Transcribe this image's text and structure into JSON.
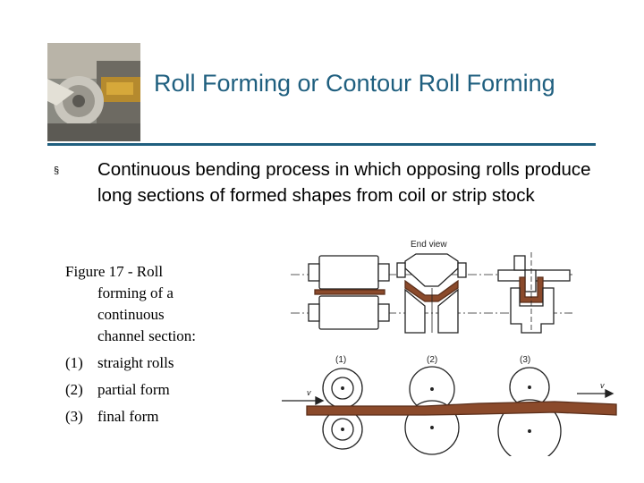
{
  "slide": {
    "title": "Roll Forming or Contour Roll Forming",
    "bullet_marker": "§",
    "bullet_text": "Continuous bending process in which opposing rolls produce long sections of formed shapes from coil or strip stock"
  },
  "caption": {
    "line1": "Figure 17 - Roll",
    "lines": [
      "forming of a",
      "continuous",
      "channel section:"
    ],
    "items": [
      {
        "num": "(1)",
        "text": "straight rolls"
      },
      {
        "num": "(2)",
        "text": "partial form"
      },
      {
        "num": "(3)",
        "text": "final form"
      }
    ]
  },
  "figure": {
    "end_view_label": "End view",
    "stage_labels": [
      "(1)",
      "(2)",
      "(3)"
    ],
    "velocity_label": "v",
    "colors": {
      "strip": "#8b4a2b",
      "line": "#222222",
      "title": "#1f5f7f"
    }
  }
}
